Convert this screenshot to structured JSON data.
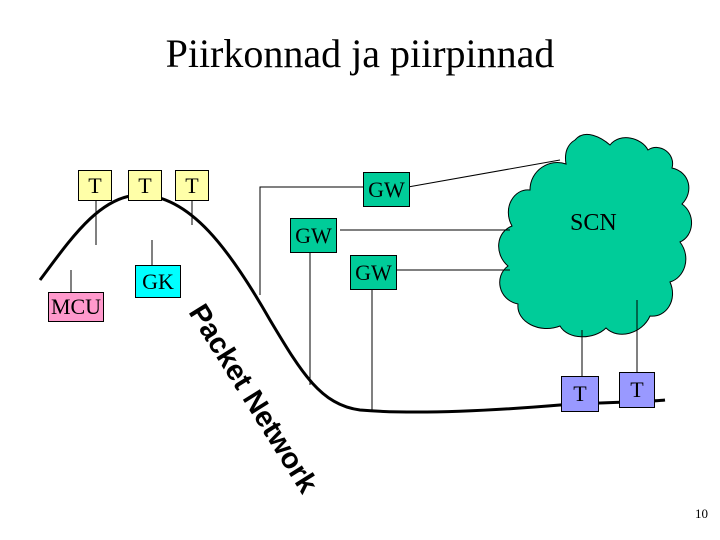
{
  "slide": {
    "title": "Piirkonnad ja piirpinnad",
    "page_number": "10"
  },
  "nodes": {
    "t1": "T",
    "t2": "T",
    "t3": "T",
    "mcu": "MCU",
    "gk": "GK",
    "gw_top": "GW",
    "gw_mid": "GW",
    "gw_low": "GW",
    "t_scn_1": "T",
    "t_scn_2": "T"
  },
  "network_label": "Packet Network",
  "cloud_label": "SCN",
  "colors": {
    "terminal_yellow": "#ffffa8",
    "mcu_pink": "#ff99cc",
    "gk_cyan": "#00ffff",
    "gateway_green": "#00cc99",
    "scn_terminal_purple": "#9999ff",
    "cloud_green": "#00cc99"
  }
}
